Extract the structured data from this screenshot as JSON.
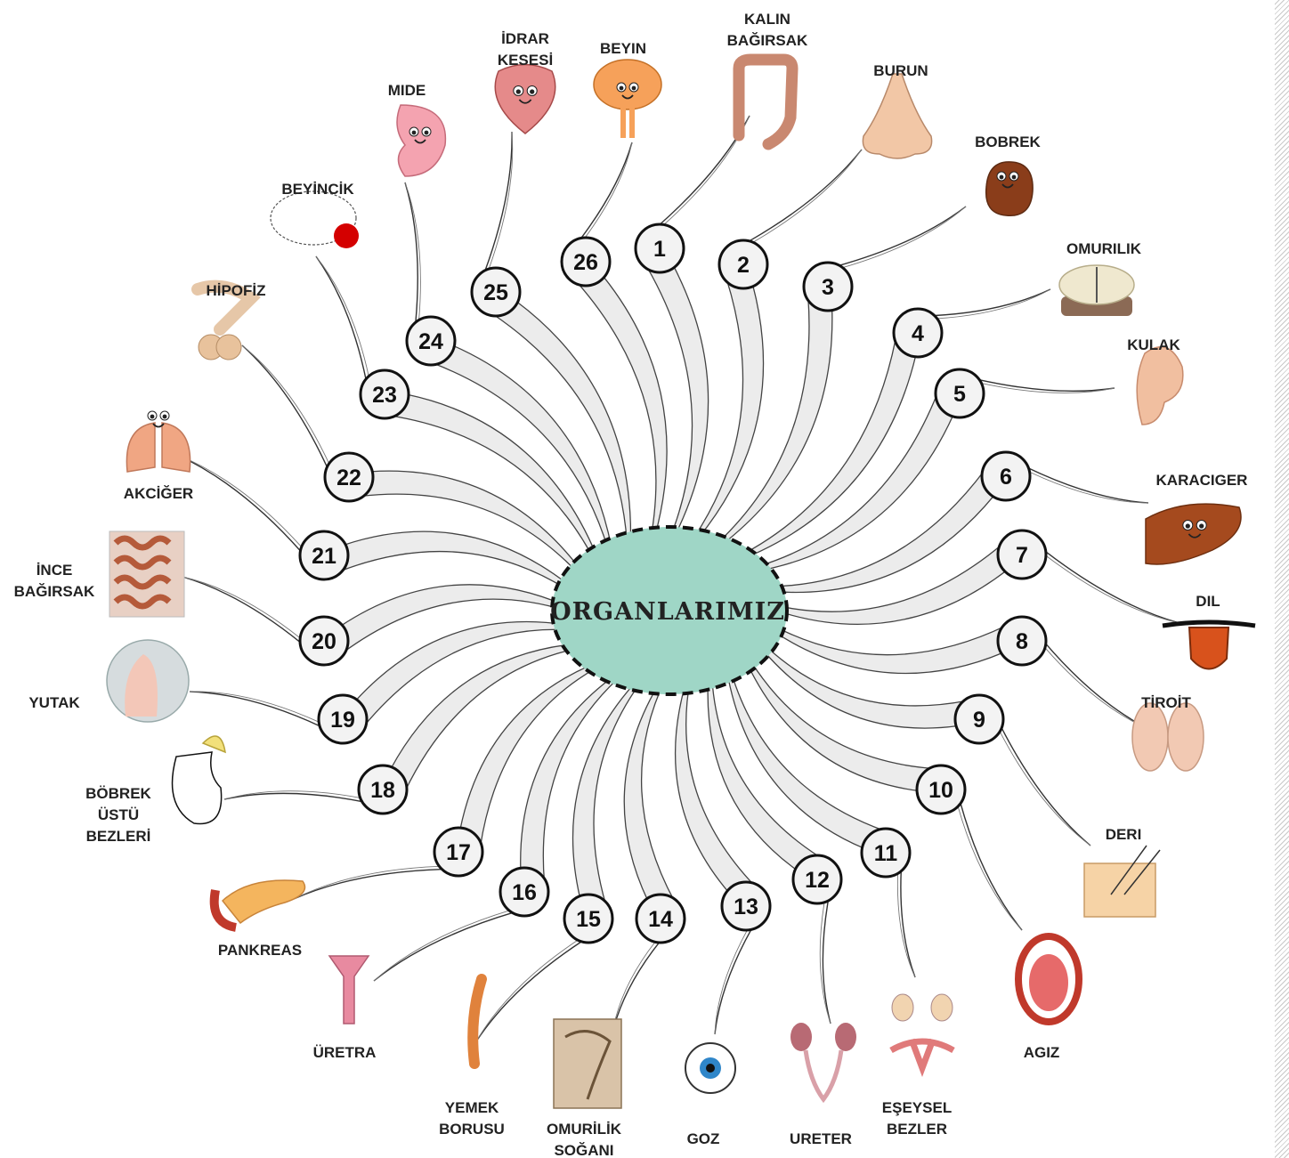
{
  "center": {
    "title": "ORGANLARIMIZ",
    "fill": "#9fd6c6"
  },
  "colors": {
    "ray_fill": "#ececec",
    "ray_stroke": "#444444",
    "badge_fill": "#f3f3f3"
  },
  "organs": [
    {
      "number": "1",
      "label": [
        "KALIN",
        "BAĞIRSAK"
      ],
      "icon": "large-intestine-icon"
    },
    {
      "number": "2",
      "label": [
        "BURUN"
      ],
      "icon": "nose-icon"
    },
    {
      "number": "3",
      "label": [
        "BOBREK"
      ],
      "icon": "kidney-icon"
    },
    {
      "number": "4",
      "label": [
        "OMURILIK"
      ],
      "icon": "spinal-cord-icon"
    },
    {
      "number": "5",
      "label": [
        "KULAK"
      ],
      "icon": "ear-icon"
    },
    {
      "number": "6",
      "label": [
        "KARACIGER"
      ],
      "icon": "liver-icon"
    },
    {
      "number": "7",
      "label": [
        "DIL"
      ],
      "icon": "tongue-icon"
    },
    {
      "number": "8",
      "label": [
        "TİROİT"
      ],
      "icon": "thyroid-icon"
    },
    {
      "number": "9",
      "label": [
        "DERI"
      ],
      "icon": "skin-icon"
    },
    {
      "number": "10",
      "label": [
        "AGIZ"
      ],
      "icon": "mouth-icon"
    },
    {
      "number": "11",
      "label": [
        "EŞEYSEL",
        "BEZLER"
      ],
      "icon": "reproductive-glands-icon"
    },
    {
      "number": "12",
      "label": [
        "URETER"
      ],
      "icon": "ureter-icon"
    },
    {
      "number": "13",
      "label": [
        "GOZ"
      ],
      "icon": "eye-icon"
    },
    {
      "number": "14",
      "label": [
        "OMURİLİK",
        "SOĞANI"
      ],
      "icon": "medulla-oblongata-icon"
    },
    {
      "number": "15",
      "label": [
        "YEMEK",
        "BORUSU"
      ],
      "icon": "esophagus-icon"
    },
    {
      "number": "16",
      "label": [
        "ÜRETRA"
      ],
      "icon": "urethra-icon"
    },
    {
      "number": "17",
      "label": [
        "PANKREAS"
      ],
      "icon": "pancreas-icon"
    },
    {
      "number": "18",
      "label": [
        "BÖBREK",
        "ÜSTÜ",
        "BEZLERİ"
      ],
      "icon": "adrenal-gland-icon"
    },
    {
      "number": "19",
      "label": [
        "YUTAK"
      ],
      "icon": "pharynx-icon"
    },
    {
      "number": "20",
      "label": [
        "İNCE",
        "BAĞIRSAK"
      ],
      "icon": "small-intestine-icon"
    },
    {
      "number": "21",
      "label": [
        "AKCİĞER"
      ],
      "icon": "lungs-icon"
    },
    {
      "number": "22",
      "label": [
        "HİPOFİZ"
      ],
      "icon": "pituitary-icon"
    },
    {
      "number": "23",
      "label": [
        "BEYİNCİK"
      ],
      "icon": "cerebellum-icon"
    },
    {
      "number": "24",
      "label": [
        "MIDE"
      ],
      "icon": "stomach-icon"
    },
    {
      "number": "25",
      "label": [
        "İDRAR",
        "KESESİ"
      ],
      "icon": "bladder-icon"
    },
    {
      "number": "26",
      "label": [
        "BEYIN"
      ],
      "icon": "brain-icon"
    }
  ]
}
